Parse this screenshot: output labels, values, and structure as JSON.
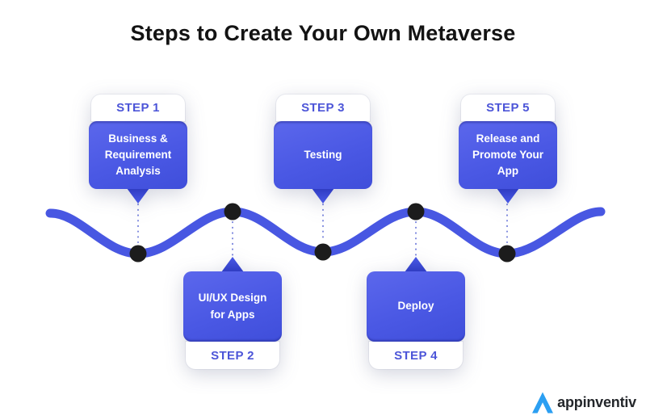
{
  "title": "Steps to Create Your Own Metaverse",
  "steps": [
    {
      "label": "STEP 1",
      "text": "Business & Requirement Analysis",
      "position": "above"
    },
    {
      "label": "STEP 2",
      "text": "UI/UX Design for Apps",
      "position": "below"
    },
    {
      "label": "STEP 3",
      "text": "Testing",
      "position": "above"
    },
    {
      "label": "STEP 4",
      "text": "Deploy",
      "position": "below"
    },
    {
      "label": "STEP 5",
      "text": "Release and Promote Your App",
      "position": "above"
    }
  ],
  "timeline": {
    "milestone_count": 5,
    "wave_color": "#4857E2",
    "dot_color": "#1C1C1C",
    "connector_color": "#7B86DD"
  },
  "card": {
    "body_color": "#4A58E4",
    "label_color": "#4C55D8"
  },
  "logo": {
    "text": "appinventiv",
    "icon": "appinventiv-a-icon",
    "icon_color": "#2B9FF2",
    "text_color": "#24272B"
  }
}
